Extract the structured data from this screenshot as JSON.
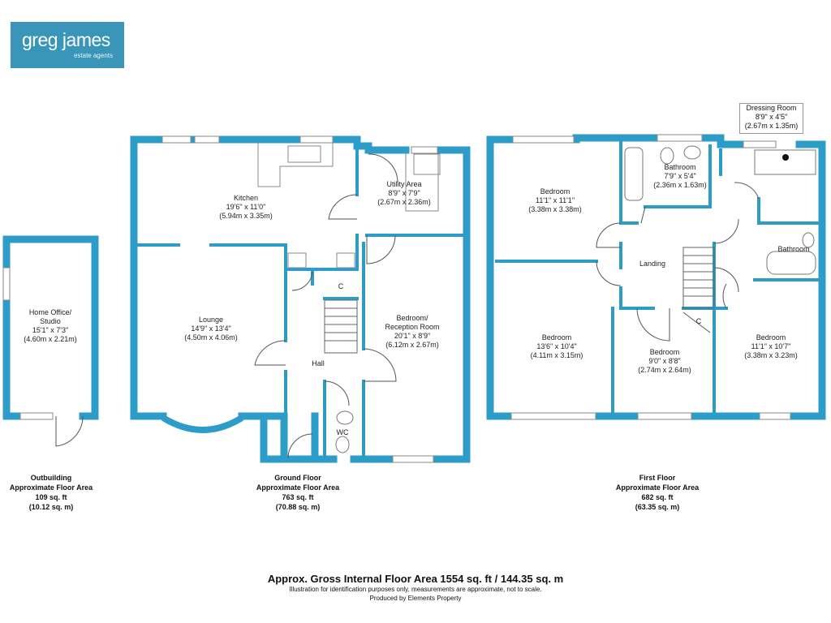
{
  "brand": {
    "name": "greg james",
    "tagline": "estate agents",
    "color": "#3a96b8"
  },
  "wall_color": "#2e9cc9",
  "rooms": {
    "home_office": {
      "name_line1": "Home Office/",
      "name_line2": "Studio",
      "imperial": "15'1\" x 7'3\"",
      "metric": "(4.60m x 2.21m)"
    },
    "kitchen": {
      "name": "Kitchen",
      "imperial": "19'6\" x 11'0\"",
      "metric": "(5.94m x 3.35m)"
    },
    "utility": {
      "name": "Utility Area",
      "imperial": "8'9\" x 7'9\"",
      "metric": "(2.67m x 2.36m)"
    },
    "lounge": {
      "name": "Lounge",
      "imperial": "14'9\" x 13'4\"",
      "metric": "(4.50m x 4.06m)"
    },
    "bedroom_reception": {
      "name_line1": "Bedroom/",
      "name_line2": "Reception Room",
      "imperial": "20'1\" x 8'9\"",
      "metric": "(6.12m x 2.67m)"
    },
    "hall": {
      "name": "Hall"
    },
    "wc": {
      "name": "WC"
    },
    "cupboard_ground": {
      "name": "C"
    },
    "bedroom_1": {
      "name": "Bedroom",
      "imperial": "11'1\" x 11'1\"",
      "metric": "(3.38m x 3.38m)"
    },
    "bathroom_main": {
      "name": "Bathroom",
      "imperial": "7'9\" x 5'4\"",
      "metric": "(2.36m x 1.63m)"
    },
    "dressing_room": {
      "name": "Dressing Room",
      "imperial": "8'9\" x 4'5\"",
      "metric": "(2.67m x 1.35m)"
    },
    "ensuite_bathroom": {
      "name": "Bathroom"
    },
    "landing": {
      "name": "Landing"
    },
    "bedroom_2": {
      "name": "Bedroom",
      "imperial": "13'6\" x 10'4\"",
      "metric": "(4.11m x 3.15m)"
    },
    "bedroom_3": {
      "name": "Bedroom",
      "imperial": "9'0\" x 8'8\"",
      "metric": "(2.74m x 2.64m)"
    },
    "bedroom_4": {
      "name": "Bedroom",
      "imperial": "11'1\" x 10'7\"",
      "metric": "(3.38m x 3.23m)"
    },
    "cupboard_first": {
      "name": "C"
    }
  },
  "floor_areas": {
    "outbuilding": {
      "line1": "Outbuilding",
      "line2": "Approximate Floor Area",
      "line3": "109 sq. ft",
      "line4": "(10.12 sq. m)"
    },
    "ground": {
      "line1": "Ground Floor",
      "line2": "Approximate Floor Area",
      "line3": "763 sq. ft",
      "line4": "(70.88 sq. m)"
    },
    "first": {
      "line1": "First Floor",
      "line2": "Approximate Floor Area",
      "line3": "682 sq. ft",
      "line4": "(63.35 sq. m)"
    }
  },
  "footer": {
    "total": "Approx. Gross Internal Floor Area 1554 sq. ft / 144.35 sq. m",
    "disclaimer": "Illustration for identification purposes only, measurements are approximate, not to scale.",
    "produced_by": "Produced by Elements Property"
  }
}
